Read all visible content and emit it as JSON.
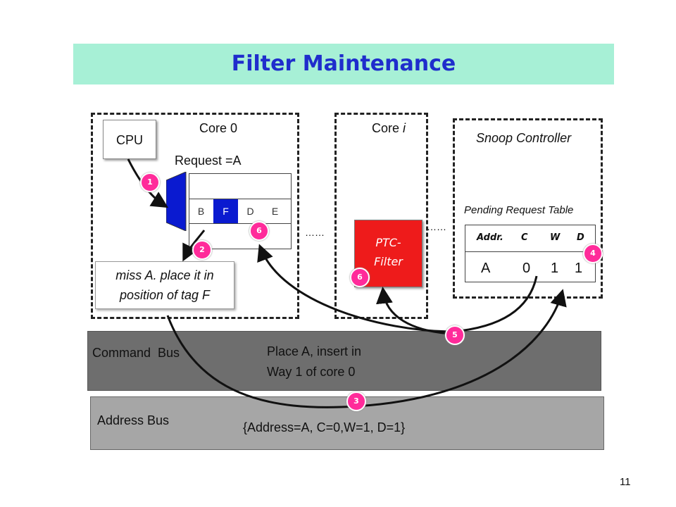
{
  "title": "Filter Maintenance",
  "core0": {
    "label": "Core 0",
    "cpu_label": "CPU",
    "request_label": "Request =A",
    "cache_tags": [
      "B",
      "F",
      "D",
      "E"
    ],
    "highlight_tag": "F",
    "miss_line1": "miss A. place it in",
    "miss_line2": "position of tag F"
  },
  "corei": {
    "label_prefix": "Core ",
    "label_var": "i",
    "filter_line1": "PTC-",
    "filter_line2": "Filter"
  },
  "ellipsis": "……",
  "snoop": {
    "label": "Snoop Controller",
    "table_title": "Pending Request Table",
    "headers": [
      "Addr.",
      "C",
      "W",
      "D"
    ],
    "row": [
      "A",
      "0",
      "1",
      "1"
    ]
  },
  "command_bus": {
    "label": "Command  Bus",
    "text_line1": "Place A, insert in",
    "text_line2": "Way 1 of core 0"
  },
  "address_bus": {
    "label": "Address Bus",
    "text": "{Address=A, C=0,W=1, D=1}"
  },
  "steps": [
    "1",
    "2",
    "3",
    "4",
    "5",
    "6",
    "6"
  ],
  "page_number": "11",
  "colors": {
    "title_bg": "#a7f0d6",
    "title_text": "#1f2dcc",
    "highlight": "#0a1ad0",
    "filter": "#ee1b1b",
    "badge": "#ff2b9a",
    "command_bus": "#6e6e6e",
    "address_bus": "#a6a6a6"
  }
}
